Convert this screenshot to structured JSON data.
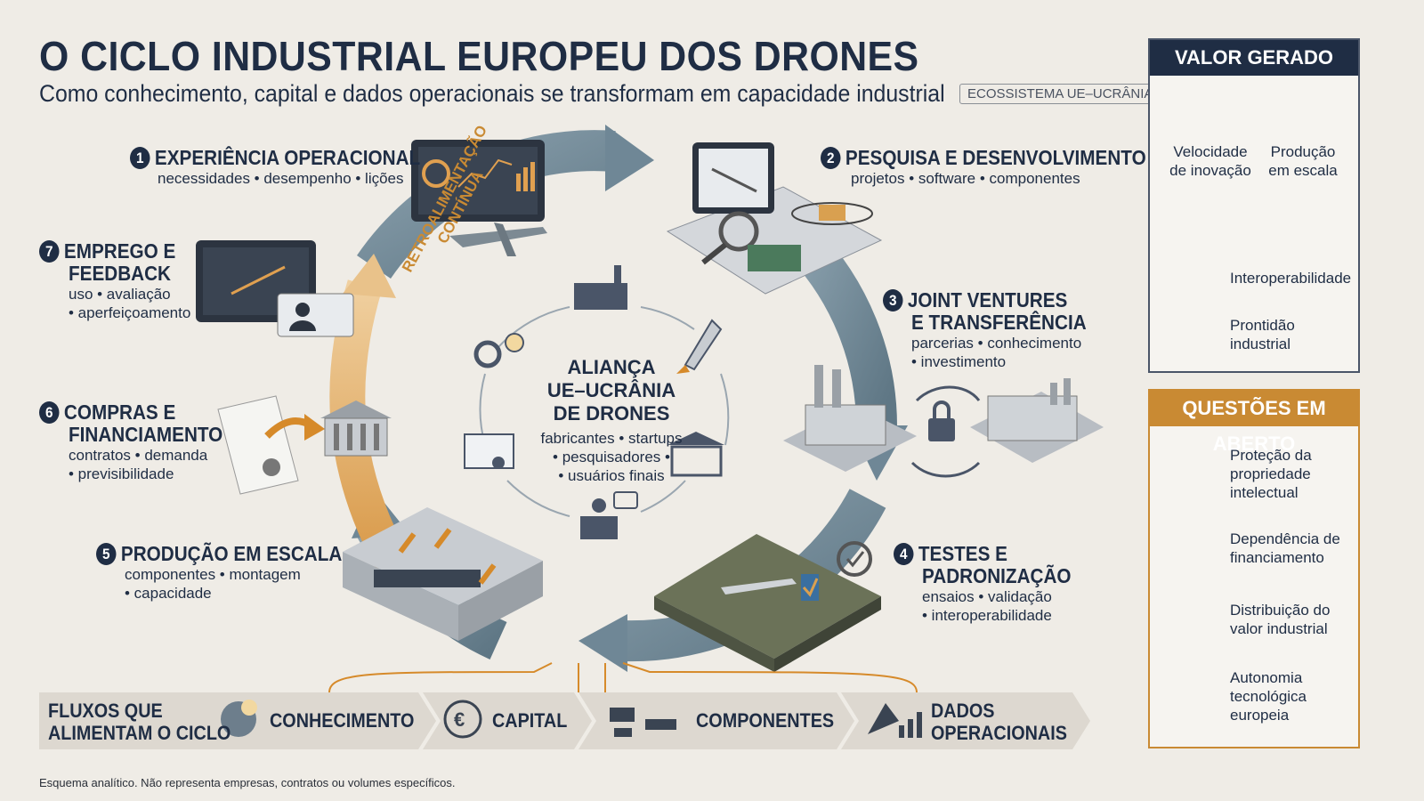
{
  "header": {
    "title": "O CICLO INDUSTRIAL EUROPEU DOS DRONES",
    "subtitle": "Como conhecimento, capital e dados operacionais se transformam em capacidade industrial",
    "tag": "ECOSSISTEMA UE–UCRÂNIA"
  },
  "steps": [
    {
      "number": "1",
      "title": "EXPERIÊNCIA OPERACIONAL",
      "subtitle": "necessidades • desempenho • lições"
    },
    {
      "number": "2",
      "title": "PESQUISA E DESENVOLVIMENTO",
      "subtitle": "projetos • software • componentes"
    },
    {
      "number": "3",
      "title_line1": "JOINT VENTURES",
      "title_line2": "E TRANSFERÊNCIA",
      "sub_line1": "parcerias • conhecimento",
      "sub_line2": "• investimento"
    },
    {
      "number": "4",
      "title_line1": "TESTES E",
      "title_line2": "PADRONIZAÇÃO",
      "sub_line1": "ensaios • validação",
      "sub_line2": "• interoperabilidade"
    },
    {
      "number": "5",
      "title": "PRODUÇÃO EM ESCALA",
      "sub_line1": "componentes • montagem",
      "sub_line2": "• capacidade"
    },
    {
      "number": "6",
      "title_line1": "COMPRAS E",
      "title_line2": "FINANCIAMENTO",
      "sub_line1": "contratos • demanda",
      "sub_line2": "• previsibilidade"
    },
    {
      "number": "7",
      "title_line1": "EMPREGO E",
      "title_line2": "FEEDBACK",
      "sub_line1": "uso • avaliação",
      "sub_line2": "• aperfeiçoamento"
    }
  ],
  "retro": {
    "line1": "RETROALIMENTAÇÃO",
    "line2": "CONTÍNUA"
  },
  "center": {
    "title_line1": "ALIANÇA",
    "title_line2": "UE–UCRÂNIA",
    "title_line3": "DE DRONES",
    "sub_line1": "fabricantes • startups",
    "sub_line2": "• pesquisadores •",
    "sub_line3": "• usuários finais"
  },
  "value_panel": {
    "title": "VALOR GERADO",
    "items": [
      {
        "label_line1": "Velocidade",
        "label_line2": "de inovação",
        "icon": "stopwatch-icon"
      },
      {
        "label_line1": "Produção",
        "label_line2": "em escala",
        "icon": "gear-wrench-icon"
      },
      {
        "label": "Interoperabilidade",
        "icon": "puzzle-icon"
      },
      {
        "label_line1": "Prontidão",
        "label_line2": "industrial",
        "icon": "tools-icon"
      }
    ],
    "colors": {
      "header": "#1f2d44"
    }
  },
  "questions_panel": {
    "title": "QUESTÕES EM ABERTO",
    "items": [
      {
        "l1": "Proteção da",
        "l2": "propriedade",
        "l3": "intelectual",
        "icon": "shield-lock-icon"
      },
      {
        "l1": "Dependência de",
        "l2": "financiamento",
        "icon": "money-bag-icon"
      },
      {
        "l1": "Distribuição do",
        "l2": "valor industrial",
        "icon": "pie-icon"
      },
      {
        "l1": "Autonomia",
        "l2": "tecnológica",
        "l3": "europeia",
        "icon": "europe-map-icon"
      }
    ],
    "colors": {
      "header": "#c98a33"
    }
  },
  "flows": {
    "label_line1": "FLUXOS QUE",
    "label_line2": "ALIMENTAM O CICLO",
    "items": [
      {
        "label": "CONHECIMENTO",
        "icon": "brain-bulb-icon"
      },
      {
        "label": "CAPITAL",
        "icon": "euro-icon"
      },
      {
        "label": "COMPONENTES",
        "icon": "chip-icon"
      },
      {
        "label_line1": "DADOS",
        "label_line2": "OPERACIONAIS",
        "icon": "satellite-icon"
      }
    ]
  },
  "footnote": "Esquema analítico. Não representa empresas, contratos ou volumes específicos.",
  "colors": {
    "navy": "#1f2d44",
    "orange": "#c98a33",
    "arrow": "#6f8796",
    "bg": "#efece6"
  }
}
